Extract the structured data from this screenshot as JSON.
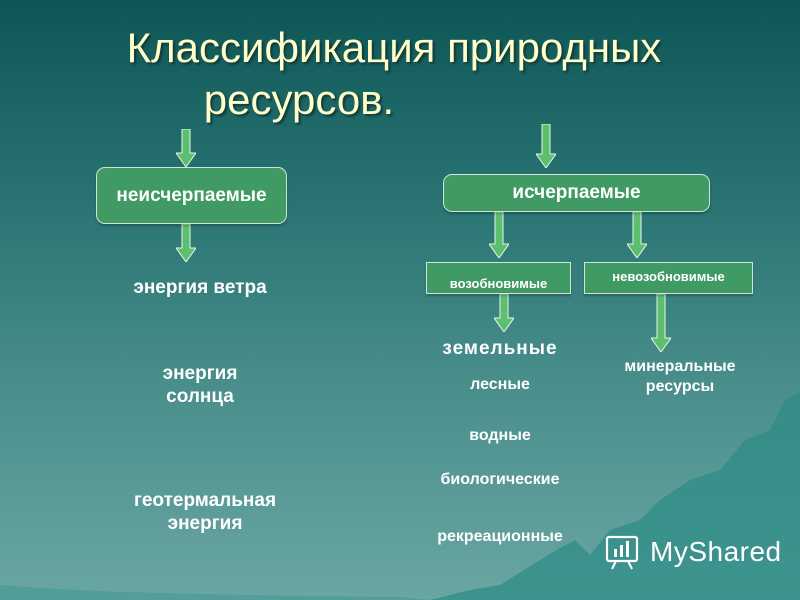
{
  "title_line1": "Классификация природных",
  "title_line2": "ресурсов.",
  "left": {
    "box": "неисчерпаемые",
    "items": [
      "энергия ветра",
      "энергия\nсолнца",
      "геотермальная\nэнергия"
    ]
  },
  "right": {
    "box": "исчерпаемые",
    "renewable": {
      "box": "возобновимые",
      "items": [
        "земельные",
        "лесные",
        "водные",
        "биологические",
        "рекреационные"
      ]
    },
    "nonrenewable": {
      "box": "невозобновимые",
      "items": [
        "минеральные\nресурсы"
      ]
    }
  },
  "logo": "MyShared",
  "colors": {
    "title": "#ffffcc",
    "box_fill": "#3f9a63",
    "arrow_fill": "#5cbf6e"
  }
}
